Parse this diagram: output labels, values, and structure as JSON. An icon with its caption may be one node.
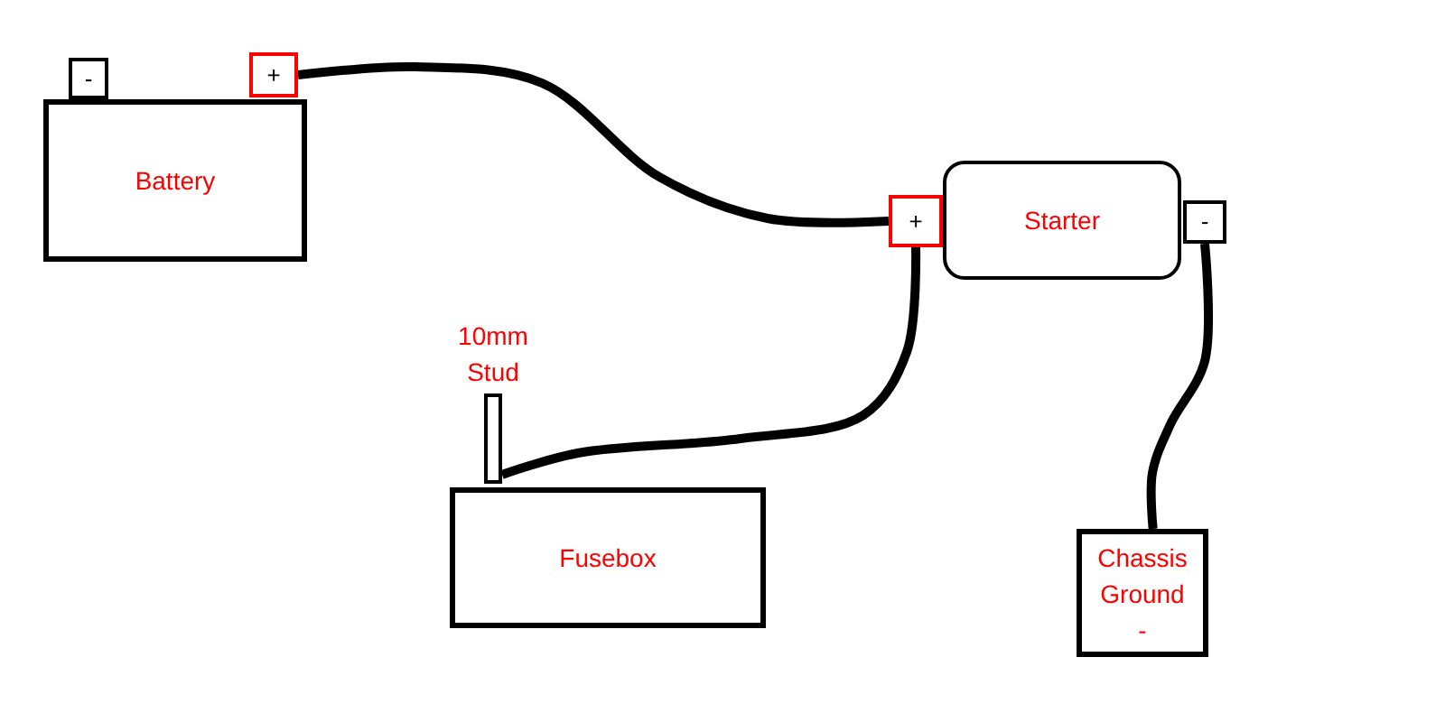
{
  "diagram": {
    "nodes": [
      {
        "text": [
          "Battery"
        ]
      },
      {
        "text": [
          "-"
        ]
      },
      {
        "text": [
          "+"
        ]
      },
      {
        "text": [
          "Starter"
        ]
      },
      {
        "text": [
          "+"
        ]
      },
      {
        "text": [
          "-"
        ]
      },
      {
        "text": [
          "10mm Stud"
        ]
      },
      {
        "text": [
          "Fusebox"
        ]
      },
      {
        "text": [
          "Chassis Ground",
          "-"
        ]
      }
    ],
    "edges": [
      {
        "from": 2,
        "to": 4,
        "arrow": "none"
      },
      {
        "from": 4,
        "to": 6,
        "arrow": "none"
      },
      {
        "from": 5,
        "to": 8,
        "arrow": "none"
      }
    ]
  }
}
